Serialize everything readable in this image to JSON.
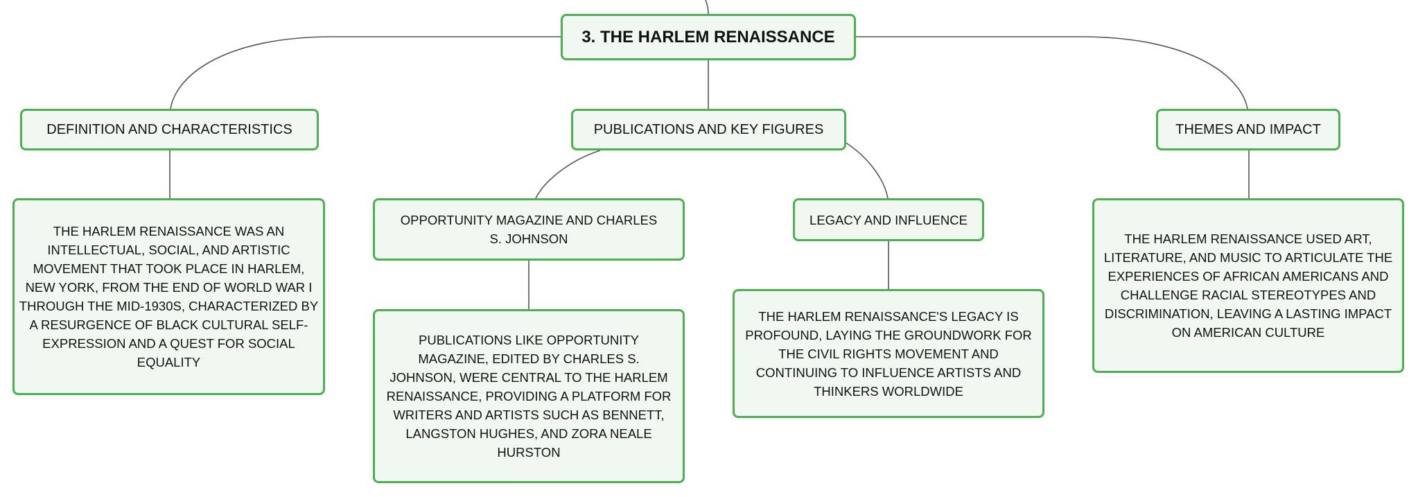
{
  "root": {
    "title": "3. THE HARLEM RENAISSANCE"
  },
  "branches": [
    {
      "label": "DEFINITION AND CHARACTERISTICS",
      "detail": "THE HARLEM RENAISSANCE WAS AN INTELLECTUAL, SOCIAL, AND ARTISTIC MOVEMENT THAT TOOK PLACE IN HARLEM, NEW YORK, FROM THE END OF WORLD WAR I THROUGH THE MID-1930S, CHARACTERIZED BY A RESURGENCE OF BLACK CULTURAL SELF-EXPRESSION AND A QUEST FOR SOCIAL EQUALITY"
    },
    {
      "label": "PUBLICATIONS AND KEY FIGURES",
      "children": [
        {
          "label": "OPPORTUNITY MAGAZINE AND CHARLES S. JOHNSON",
          "detail": "PUBLICATIONS LIKE OPPORTUNITY MAGAZINE, EDITED BY CHARLES S. JOHNSON, WERE CENTRAL TO THE HARLEM RENAISSANCE, PROVIDING A PLATFORM FOR WRITERS AND ARTISTS SUCH AS BENNETT, LANGSTON HUGHES, AND ZORA NEALE HURSTON"
        },
        {
          "label": "LEGACY AND INFLUENCE",
          "detail": "THE HARLEM RENAISSANCE'S LEGACY IS PROFOUND, LAYING THE GROUNDWORK FOR THE CIVIL RIGHTS MOVEMENT AND CONTINUING TO INFLUENCE ARTISTS AND THINKERS WORLDWIDE"
        }
      ]
    },
    {
      "label": "THEMES AND IMPACT",
      "detail": "THE HARLEM RENAISSANCE USED ART, LITERATURE, AND MUSIC TO ARTICULATE THE EXPERIENCES OF AFRICAN AMERICANS AND CHALLENGE RACIAL STEREOTYPES AND DISCRIMINATION, LEAVING A LASTING IMPACT ON AMERICAN CULTURE"
    }
  ],
  "colors": {
    "node_border": "#4caf50",
    "node_fill": "#f1f8f1",
    "connector": "#555555",
    "text": "#111111"
  }
}
